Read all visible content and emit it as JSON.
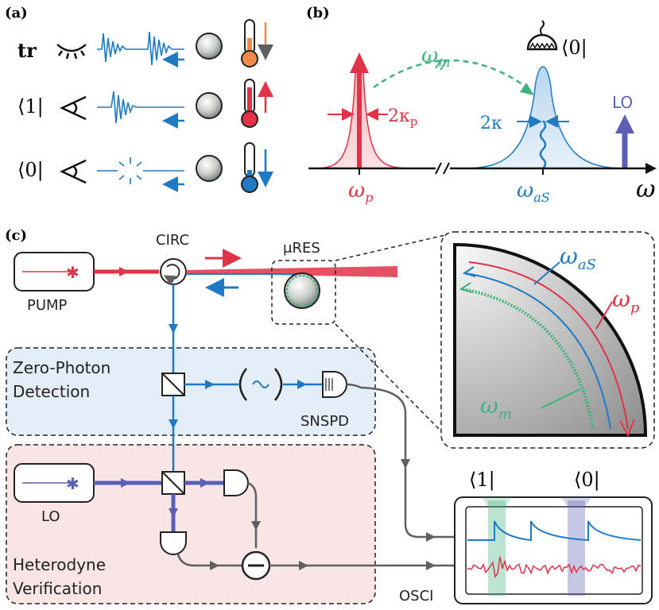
{
  "panels": {
    "a": "(a)",
    "b": "(b)",
    "c": "(c)"
  },
  "panel_a": {
    "row1_label": "tr",
    "row2_label": "⟨1|",
    "row3_label": "⟨0|"
  },
  "panel_b": {
    "omega_m": "ω",
    "omega_m_sub": "m",
    "kappa_p": "2κ",
    "kappa_p_sub": "p",
    "kappa": "2κ",
    "omega_p": "ω",
    "omega_p_sub": "p",
    "omega_as": "ω",
    "omega_as_sub": "aS",
    "omega_axis": "ω",
    "lo": "LO",
    "detector_bra": "⟨0|"
  },
  "panel_c": {
    "pump": "PUMP",
    "circ": "CIRC",
    "mures": "μRES",
    "zero_photon_line1": "Zero-Photon",
    "zero_photon_line2": "Detection",
    "snspd": "SNSPD",
    "lo": "LO",
    "heterodyne_line1": "Heterodyne",
    "heterodyne_line2": "Verification",
    "osci": "OSCI",
    "bra1": "⟨1|",
    "bra0": "⟨0|",
    "inset_omega_as": "ω",
    "inset_omega_as_sub": "aS",
    "inset_omega_p": "ω",
    "inset_omega_p_sub": "p",
    "inset_omega_m": "ω",
    "inset_omega_m_sub": "m"
  },
  "colors": {
    "red": "#e03348",
    "blue": "#1f7ac4",
    "green": "#3fb37f",
    "purple": "#5b5fb5",
    "gray": "#5f5f5f",
    "orange": "#f08a4b",
    "zero_box": "#e3eef7",
    "het_box": "#f9e4e6"
  }
}
